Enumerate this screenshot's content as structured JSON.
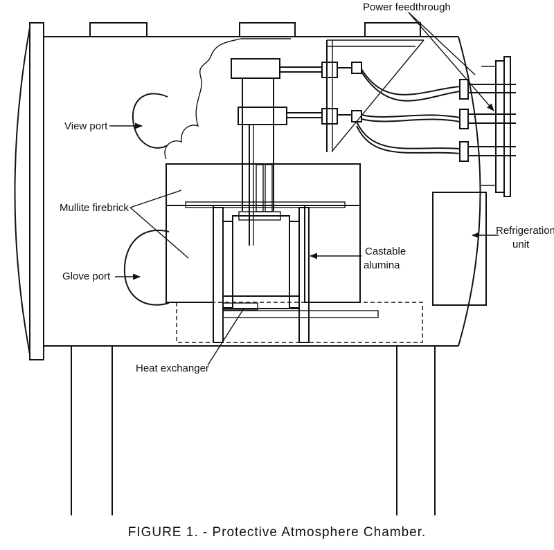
{
  "labels": {
    "power_feedthrough": "Power feedthrough",
    "view_port": "View port",
    "mullite_firebrick": "Mullite firebrick",
    "glove_port": "Glove port",
    "refrigeration_line1": "Refrigeration",
    "refrigeration_line2": "unit",
    "castable_line1": "Castable",
    "castable_line2": "alumina",
    "heat_exchanger": "Heat exchanger"
  },
  "caption": "FIGURE 1. - Protective Atmosphere Chamber.",
  "colors": {
    "ink": "#111111",
    "paper": "#ffffff"
  }
}
